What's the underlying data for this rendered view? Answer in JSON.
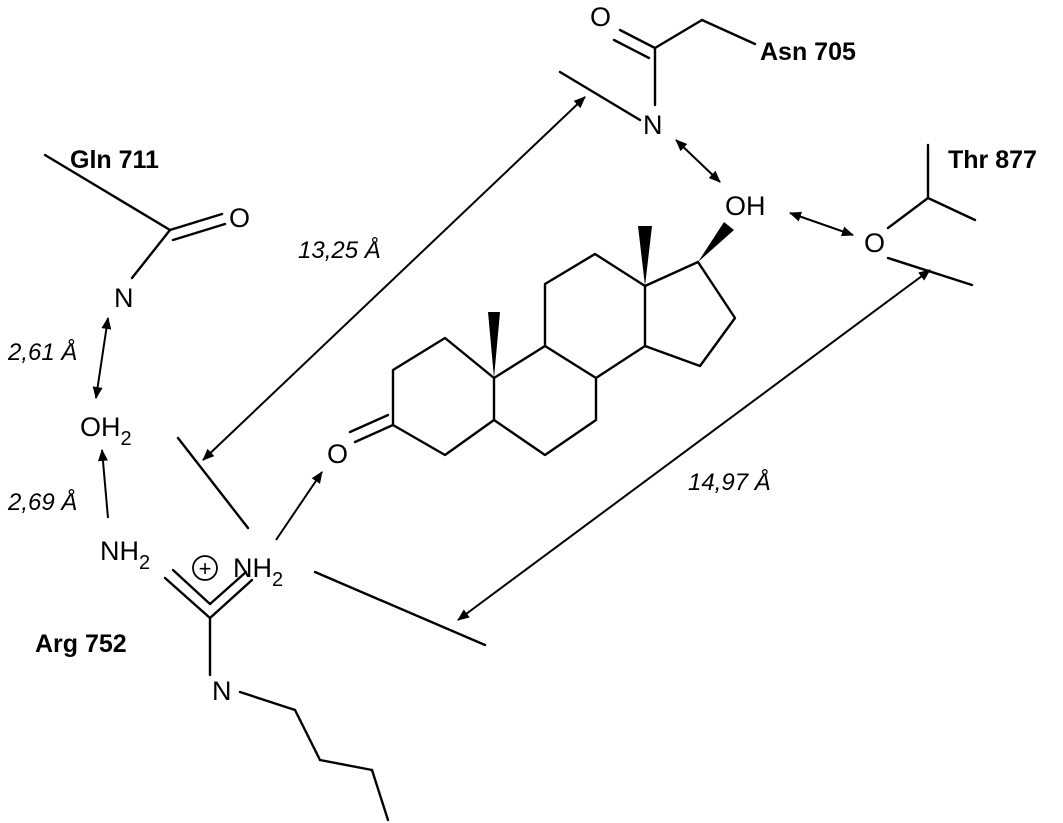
{
  "residues": {
    "asn": "Asn 705",
    "gln": "Gln 711",
    "thr": "Thr 877",
    "arg": "Arg 752"
  },
  "atoms": {
    "asn_O": "O",
    "asn_N": "N",
    "gln_O": "O",
    "gln_N": "N",
    "water": "OH",
    "water_sub": "2",
    "steroid_OH": "OH",
    "steroid_O": "O",
    "thr_O": "O",
    "arg_NH2_left": "NH",
    "arg_NH2_left_sub": "2",
    "arg_NH2_right": "NH",
    "arg_NH2_right_sub": "2",
    "arg_N": "N",
    "charge": "+"
  },
  "distances": {
    "gln_water": "2,61",
    "water_arg": "2,69",
    "asn_arg": "13,25",
    "thr_arg": "14,97",
    "unit": "Å"
  }
}
